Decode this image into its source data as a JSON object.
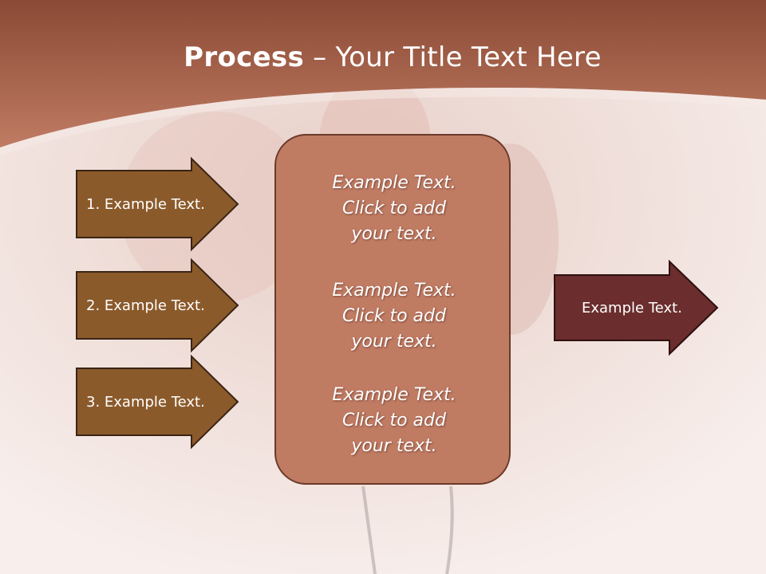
{
  "slide": {
    "title_bold": "Process",
    "title_sep": " – ",
    "title_rest": "Your Title Text Here"
  },
  "left_arrows": [
    {
      "label": "1. Example Text."
    },
    {
      "label": "2. Example Text."
    },
    {
      "label": "3. Example Text."
    }
  ],
  "center_box": {
    "paragraphs": [
      {
        "line1": "Example Text.",
        "line2": "Click  to add",
        "line3": "your text."
      },
      {
        "line1": "Example Text.",
        "line2": "Click  to add",
        "line3": "your text."
      },
      {
        "line1": "Example Text.",
        "line2": "Click  to add",
        "line3": "your text."
      }
    ]
  },
  "right_arrow": {
    "label": "Example Text."
  },
  "colors": {
    "header": "#a8624a",
    "left_arrow_fill": "#8b5a2b",
    "left_arrow_stroke": "#3a2414",
    "center_box_fill": "#c07b63",
    "right_arrow_fill": "#6b2d2d"
  }
}
